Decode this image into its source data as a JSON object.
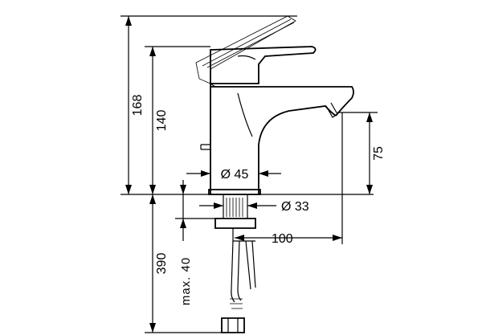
{
  "dimensions": {
    "total_height": "168",
    "spout_top_height": "140",
    "spout_outlet_height": "75",
    "base_diameter": "Ø 45",
    "shank_diameter": "Ø 33",
    "projection": "100",
    "hose_length": "390",
    "max_deck_thickness": "max. 40"
  }
}
